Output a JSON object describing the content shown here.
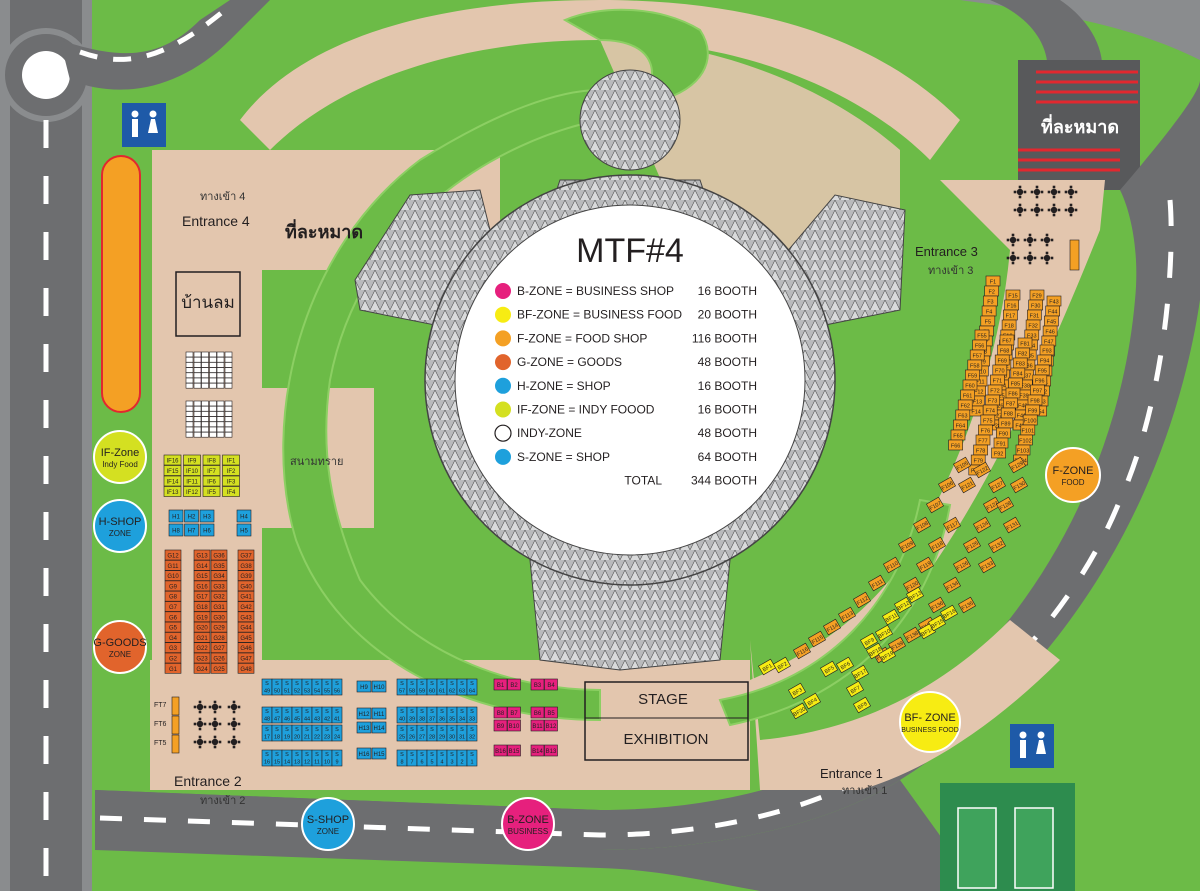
{
  "title": "MTF#4",
  "legend": [
    {
      "color": "#e6207d",
      "zone": "B-ZONE = BUSINESS SHOP",
      "count": "16 BOOTH"
    },
    {
      "color": "#f7ec13",
      "zone": "BF-ZONE = BUSINESS FOOD",
      "count": "20 BOOTH"
    },
    {
      "color": "#f4a024",
      "zone": "F-ZONE = FOOD SHOP",
      "count": "116 BOOTH"
    },
    {
      "color": "#e1642c",
      "zone": "G-ZONE = GOODS",
      "count": "48 BOOTH"
    },
    {
      "color": "#1ea0dc",
      "zone": "H-ZONE = SHOP",
      "count": "16 BOOTH"
    },
    {
      "color": "#d4e021",
      "zone": "IF-ZONE = INDY FOOOD",
      "count": "16 BOOTH"
    },
    {
      "color": "#ffffff",
      "zone": "INDY-ZONE",
      "count": "48 BOOTH"
    },
    {
      "color": "#1ea0dc",
      "zone": "S-ZONE = SHOP",
      "count": "64 BOOTH"
    }
  ],
  "total_label": "TOTAL",
  "total_count": "344 BOOTH",
  "labels": {
    "entrance1": "Entrance 1",
    "entrance1_th": "ทางเข้า 1",
    "entrance2": "Entrance 2",
    "entrance2_th": "ทางเข้า 2",
    "entrance3": "Entrance 3",
    "entrance3_th": "ทางเข้า 3",
    "entrance4": "Entrance 4",
    "entrance4_th": "ทางเข้า 4",
    "prayer_center": "ที่ละหมาด",
    "prayer_top": "ที่ละหมาด",
    "wind_house": "บ้านลม",
    "sand_field": "สนามทราย",
    "stage": "STAGE",
    "exhibition": "EXHIBITION"
  },
  "zone_badges": [
    {
      "id": "if",
      "title": "IF-Zone",
      "sub": "Indy Food",
      "color": "#d4e021"
    },
    {
      "id": "h",
      "title": "H-SHOP",
      "sub": "ZONE",
      "color": "#1ea0dc"
    },
    {
      "id": "g",
      "title": "G-GOODS",
      "sub": "ZONE",
      "color": "#e1642c"
    },
    {
      "id": "f",
      "title": "F-ZONE",
      "sub": "FOOD",
      "color": "#f4a024"
    },
    {
      "id": "bf",
      "title": "BF- ZONE",
      "sub": "BUSINESS FOOD",
      "color": "#f7ec13"
    },
    {
      "id": "s",
      "title": "S-SHOP",
      "sub": "ZONE",
      "color": "#1ea0dc"
    },
    {
      "id": "b",
      "title": "B-ZONE",
      "sub": "BUSINESS",
      "color": "#e6207d"
    }
  ],
  "booths": {
    "if_cols": [
      [
        "IF16",
        "IF15",
        "IF14",
        "IF13"
      ],
      [
        "IF9",
        "IF10",
        "IF11",
        "IF12"
      ],
      [
        "IF8",
        "IF7",
        "IF6",
        "IF5"
      ],
      [
        "IF1",
        "IF2",
        "IF3",
        "IF4"
      ]
    ],
    "h_left": [
      [
        "H1",
        "H2",
        "H3"
      ],
      [
        "H8",
        "H7",
        "H6"
      ]
    ],
    "h_right": [
      "H4",
      "H5"
    ],
    "g_cols": [
      [
        "G12",
        "G11",
        "G10",
        "G9",
        "G8",
        "G7",
        "G6",
        "G5",
        "G4",
        "G3",
        "G2",
        "G1"
      ],
      [
        "G13",
        "G14",
        "G15",
        "G16",
        "G17",
        "G18",
        "G19",
        "G20",
        "G21",
        "G22",
        "G23",
        "G24"
      ],
      [
        "G36",
        "G35",
        "G34",
        "G33",
        "G32",
        "G31",
        "G30",
        "G29",
        "G28",
        "G27",
        "G26",
        "G25"
      ],
      [
        "G37",
        "G38",
        "G39",
        "G40",
        "G41",
        "G42",
        "G43",
        "G44",
        "G45",
        "G46",
        "G47",
        "G48"
      ]
    ],
    "ft": [
      "FT7",
      "FT6",
      "FT5"
    ],
    "s_row1a": [
      "49",
      "50",
      "51",
      "52",
      "53",
      "54",
      "55",
      "56"
    ],
    "s_row1b": [
      "57",
      "58",
      "59",
      "60",
      "61",
      "62",
      "63",
      "64"
    ],
    "s_row2a": [
      "48",
      "47",
      "46",
      "45",
      "44",
      "43",
      "42",
      "41"
    ],
    "s_row2b": [
      "40",
      "39",
      "38",
      "37",
      "36",
      "35",
      "34",
      "33"
    ],
    "s_row3a": [
      "17",
      "18",
      "19",
      "20",
      "21",
      "22",
      "23",
      "24"
    ],
    "s_row3b": [
      "25",
      "26",
      "27",
      "28",
      "29",
      "30",
      "31",
      "32"
    ],
    "s_row4a": [
      "16",
      "15",
      "14",
      "13",
      "12",
      "11",
      "10",
      "9"
    ],
    "s_row4b": [
      "8",
      "7",
      "6",
      "5",
      "4",
      "3",
      "2",
      "1"
    ],
    "h_mid": [
      [
        "H9",
        "H10"
      ],
      [
        "H12",
        "H11"
      ],
      [
        "H13",
        "H14"
      ],
      [
        "H16",
        "H15"
      ]
    ],
    "b_rows": [
      [
        "B1",
        "B2",
        "B3",
        "B4"
      ],
      [
        "B8",
        "B7",
        "B6",
        "B5"
      ],
      [
        "B9",
        "B10",
        "B11",
        "B12"
      ],
      [
        "B16",
        "B15",
        "B14",
        "B13"
      ]
    ]
  },
  "colors": {
    "grass": "#6cbb47",
    "road": "#8a8c8e",
    "path": "#e3c6ae",
    "booth_orange": "#f4a024",
    "booth_goods": "#e1642c",
    "booth_blue": "#1ea0dc",
    "booth_pink": "#e6207d",
    "booth_yellow": "#f7ec13",
    "booth_lime": "#d4e021"
  }
}
